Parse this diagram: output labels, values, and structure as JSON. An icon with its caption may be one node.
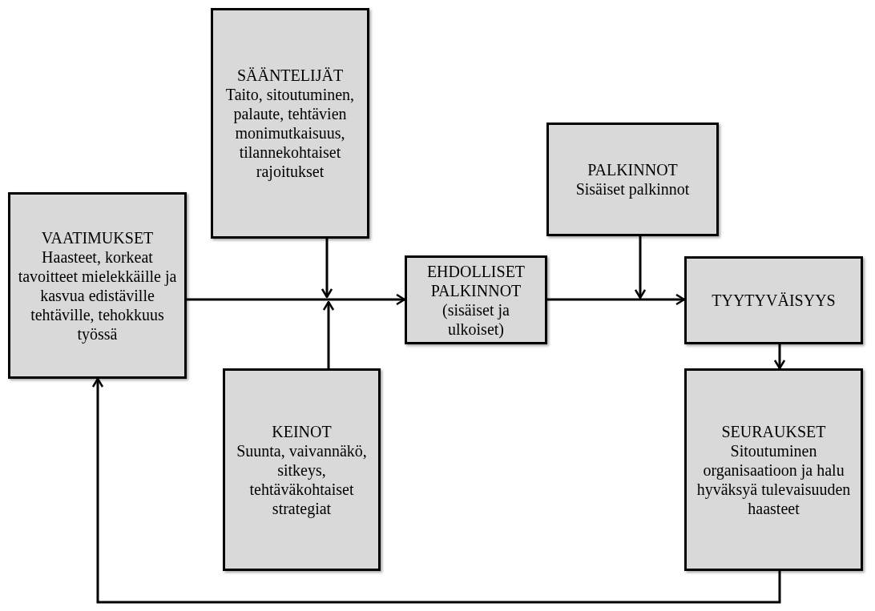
{
  "diagram": {
    "nodes": [
      {
        "text": [
          "SÄÄNTELIJÄT",
          "Taito, sitoutuminen, palaute, tehtävien monimutkaisuus, tilannekohtaiset rajoitukset"
        ]
      },
      {
        "text": [
          "VAATIMUKSET",
          "Haasteet, korkeat tavoitteet mielekkäille ja kasvua edistäville tehtäville, tehokkuus työssä"
        ]
      },
      {
        "text": [
          "EHDOLLISET PALKINNOT",
          "(sisäiset ja ulkoiset)"
        ]
      },
      {
        "text": [
          "PALKINNOT",
          "Sisäiset palkinnot"
        ]
      },
      {
        "text": [
          "TYYTYVÄISYYS"
        ]
      },
      {
        "text": [
          "KEINOT",
          "Suunta, vaivannäkö, sitkeys, tehtäväkohtaiset strategiat"
        ]
      },
      {
        "text": [
          "SEURAUKSET",
          "Sitoutuminen organisaatioon ja halu hyväksyä tulevaisuuden haasteet"
        ]
      }
    ],
    "edges": [
      {
        "from": 1,
        "to": 2,
        "arrow": "to"
      },
      {
        "from": 0,
        "to": null,
        "arrow": "to"
      },
      {
        "from": 5,
        "to": null,
        "arrow": "to"
      },
      {
        "from": 2,
        "to": 4,
        "arrow": "to"
      },
      {
        "from": 3,
        "to": null,
        "arrow": "to"
      },
      {
        "from": 4,
        "to": 6,
        "arrow": "to"
      },
      {
        "from": 6,
        "to": 1,
        "arrow": "to"
      }
    ]
  }
}
